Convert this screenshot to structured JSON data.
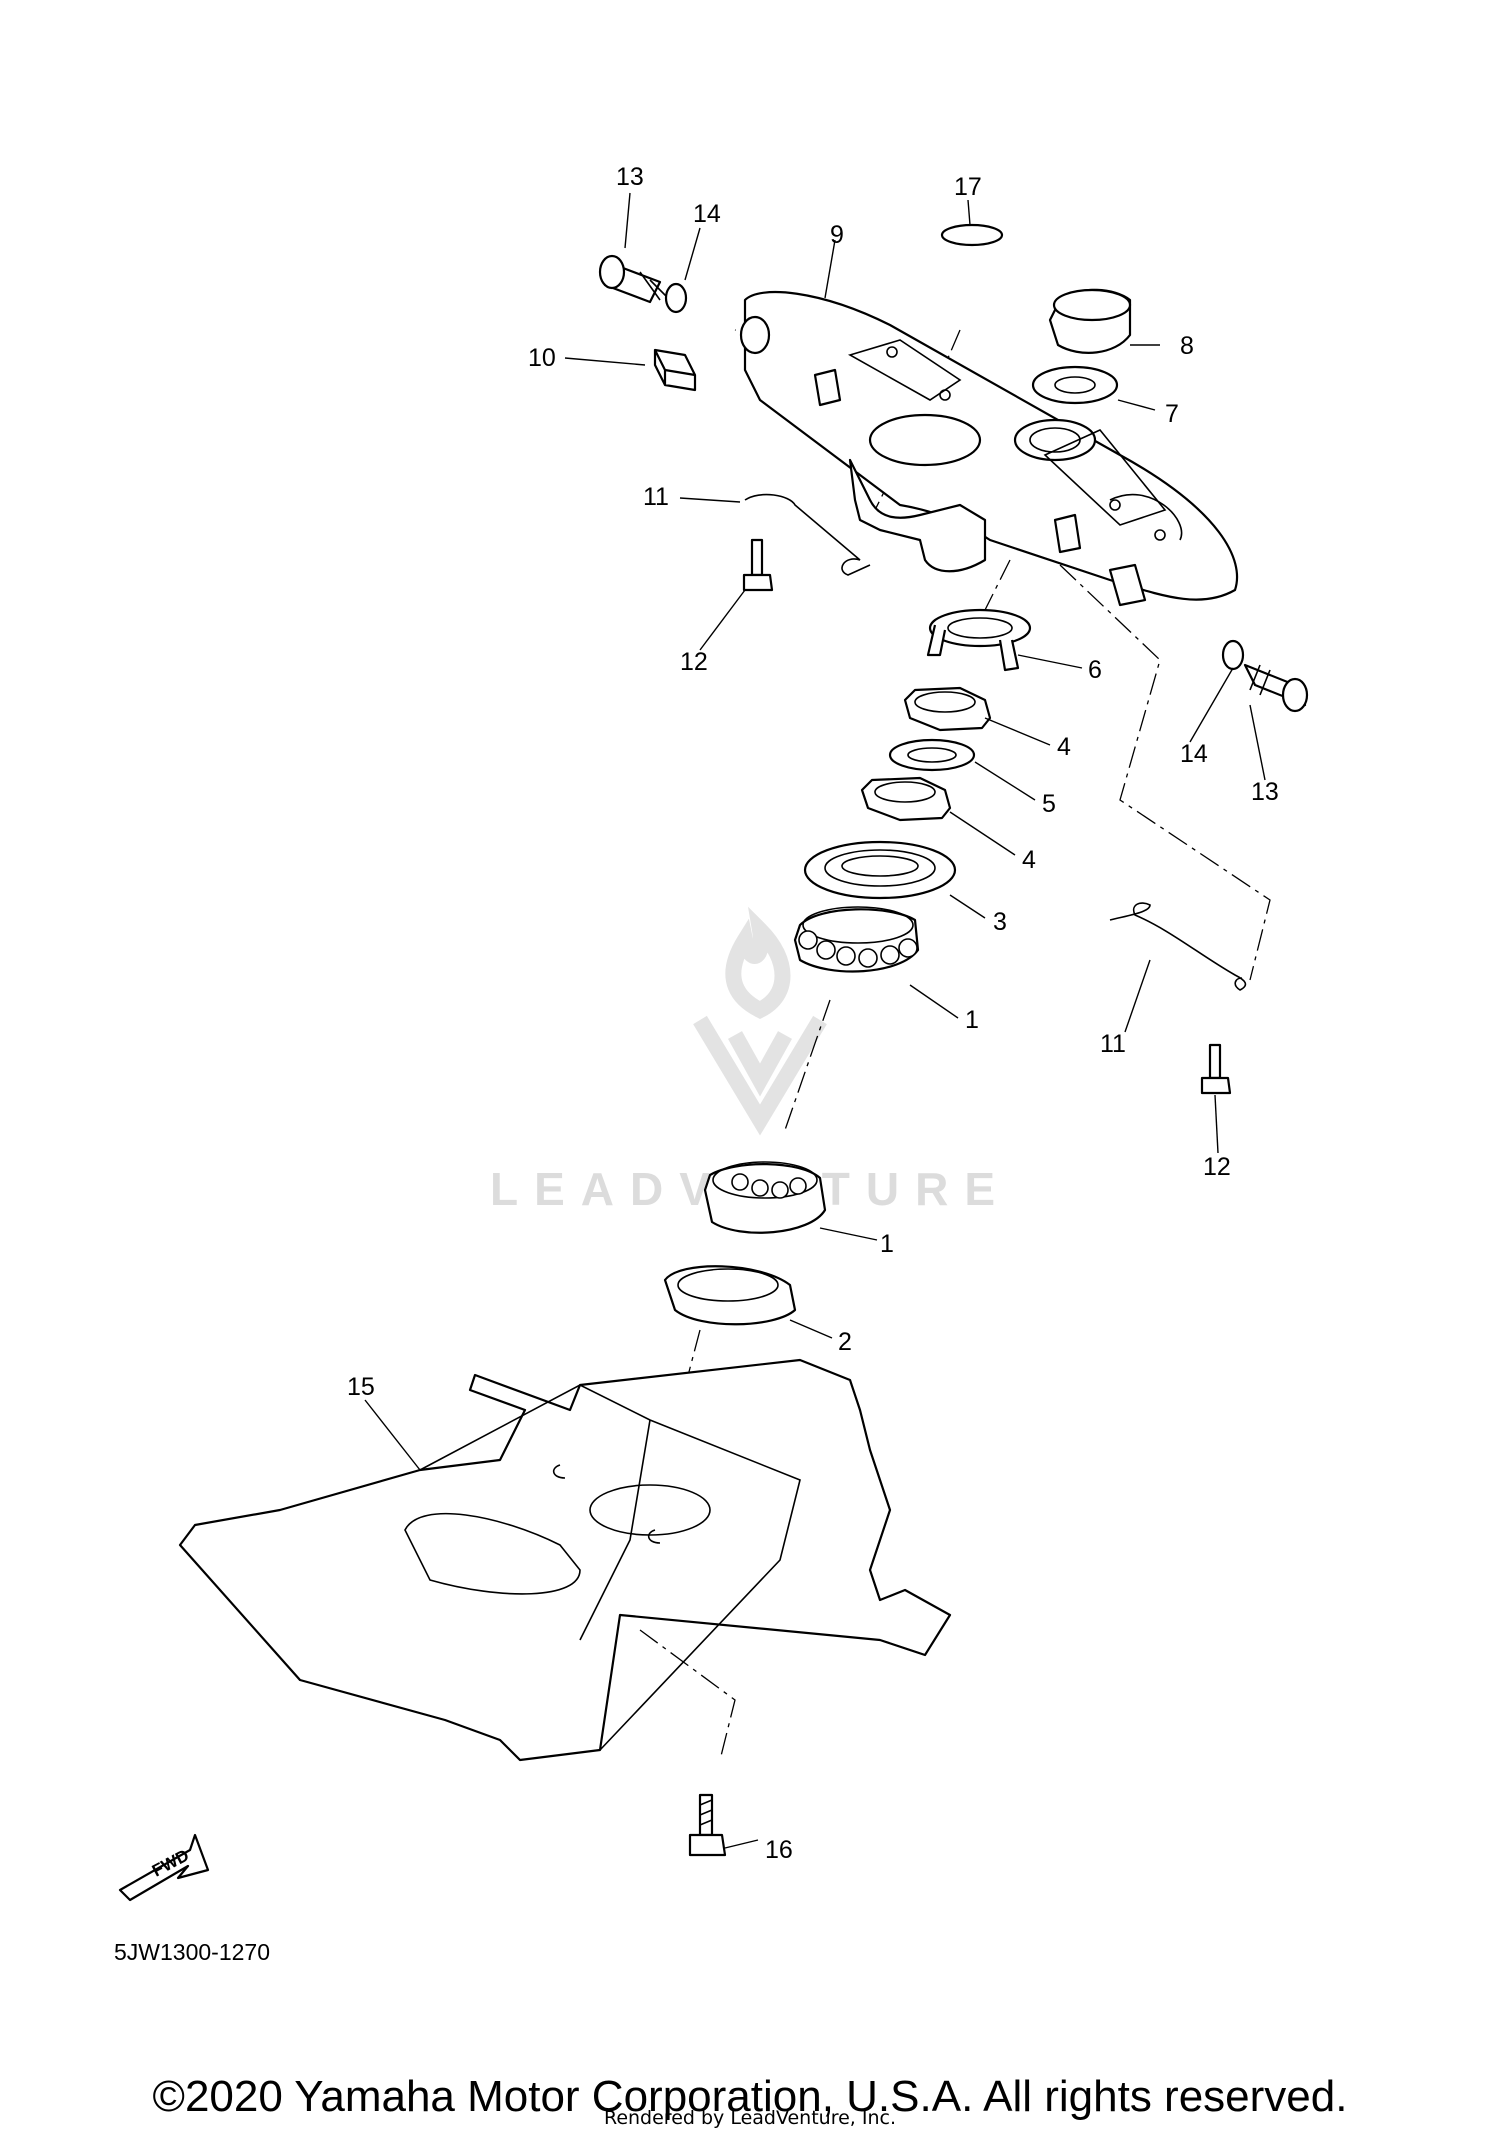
{
  "watermark": {
    "text": "LEADVENTURE"
  },
  "callouts": {
    "n1a": "1",
    "n1b": "1",
    "n2": "2",
    "n3": "3",
    "n4a": "4",
    "n4b": "4",
    "n5": "5",
    "n6": "6",
    "n7": "7",
    "n8": "8",
    "n9": "9",
    "n10": "10",
    "n11a": "11",
    "n11b": "11",
    "n12a": "12",
    "n12b": "12",
    "n13a": "13",
    "n13b": "13",
    "n14a": "14",
    "n14b": "14",
    "n15": "15",
    "n16": "16",
    "n17": "17"
  },
  "fwd_label": "FWD",
  "diagram_code": "5JW1300-1270",
  "copyright": "©2020 Yamaha Motor Corporation, U.S.A. All rights reserved.",
  "rendered_by": "Rendered by LeadVenture, Inc."
}
